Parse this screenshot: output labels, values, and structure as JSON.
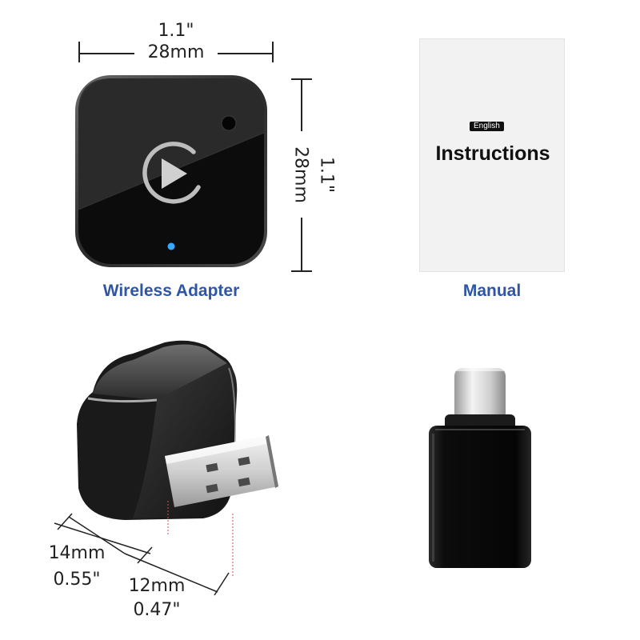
{
  "top_width_dimension": {
    "inches": "1.1\"",
    "mm": "28mm"
  },
  "right_height_dimension": {
    "inches": "1.1\"",
    "mm": "28mm"
  },
  "wireless_adapter": {
    "caption": "Wireless Adapter"
  },
  "manual": {
    "language_badge": "English",
    "title": "Instructions",
    "caption": "Manual"
  },
  "usb_depth_dimension": {
    "mm": "14mm",
    "inches": "0.55\""
  },
  "usb_plug_dimension": {
    "mm": "12mm",
    "inches": "0.47\""
  },
  "colors": {
    "caption_blue": "#2f55a4",
    "status_led": "#36a8ff",
    "device_body": "#0c0c0c"
  },
  "icons": [
    "play-icon",
    "usb-c-adapter-icon",
    "usb-a-plug-icon"
  ]
}
